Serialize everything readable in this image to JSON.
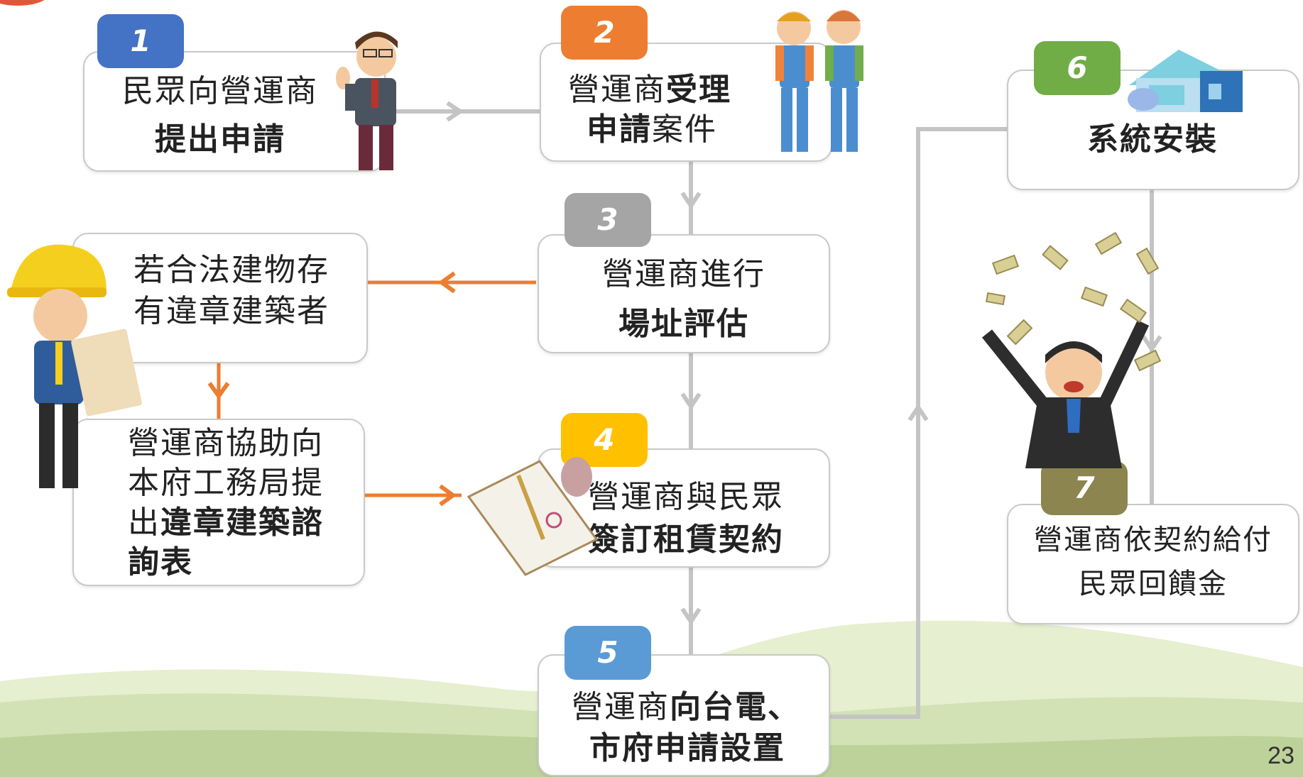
{
  "colors": {
    "step1": "#4472C4",
    "step2": "#ED7D31",
    "step3": "#A5A5A5",
    "step4": "#FFC000",
    "step5": "#5B9BD5",
    "step6": "#70AD47",
    "step7": "#8C8550",
    "arrow_gray": "#c4c4c4",
    "arrow_orange": "#ED7D31"
  },
  "steps": [
    {
      "num": "1",
      "line1": "民眾向營運商",
      "line2": "提出申請"
    },
    {
      "num": "2",
      "line1a": "營運商",
      "line1b": "受理",
      "line2a": "申請",
      "line2b": "案件"
    },
    {
      "num": "3",
      "line1": "營運商進行",
      "line2": "場址評估"
    },
    {
      "num": "4",
      "line1": "營運商與民眾",
      "line2": "簽訂租賃契約"
    },
    {
      "num": "5",
      "line1a": "營運商",
      "line1b": "向台電、",
      "line2": "市府申請設置"
    },
    {
      "num": "6",
      "line1": "系統安裝"
    },
    {
      "num": "7",
      "line1": "營運商依契約給付",
      "line2": "民眾回饋金"
    }
  ],
  "side": {
    "a_line1": "若合法建物存",
    "a_line2": "有違章建築者",
    "b_line1": "營運商協助向",
    "b_line2": "本府工務局提",
    "b_line3a": "出",
    "b_line3b": "違章建築諮",
    "b_line4": "詢表"
  },
  "illustrations": [
    "businessman-waving",
    "two-workers",
    "construction-worker-with-blueprint",
    "contract-with-stamp",
    "solar-house",
    "man-throwing-money"
  ],
  "page_number": "23"
}
